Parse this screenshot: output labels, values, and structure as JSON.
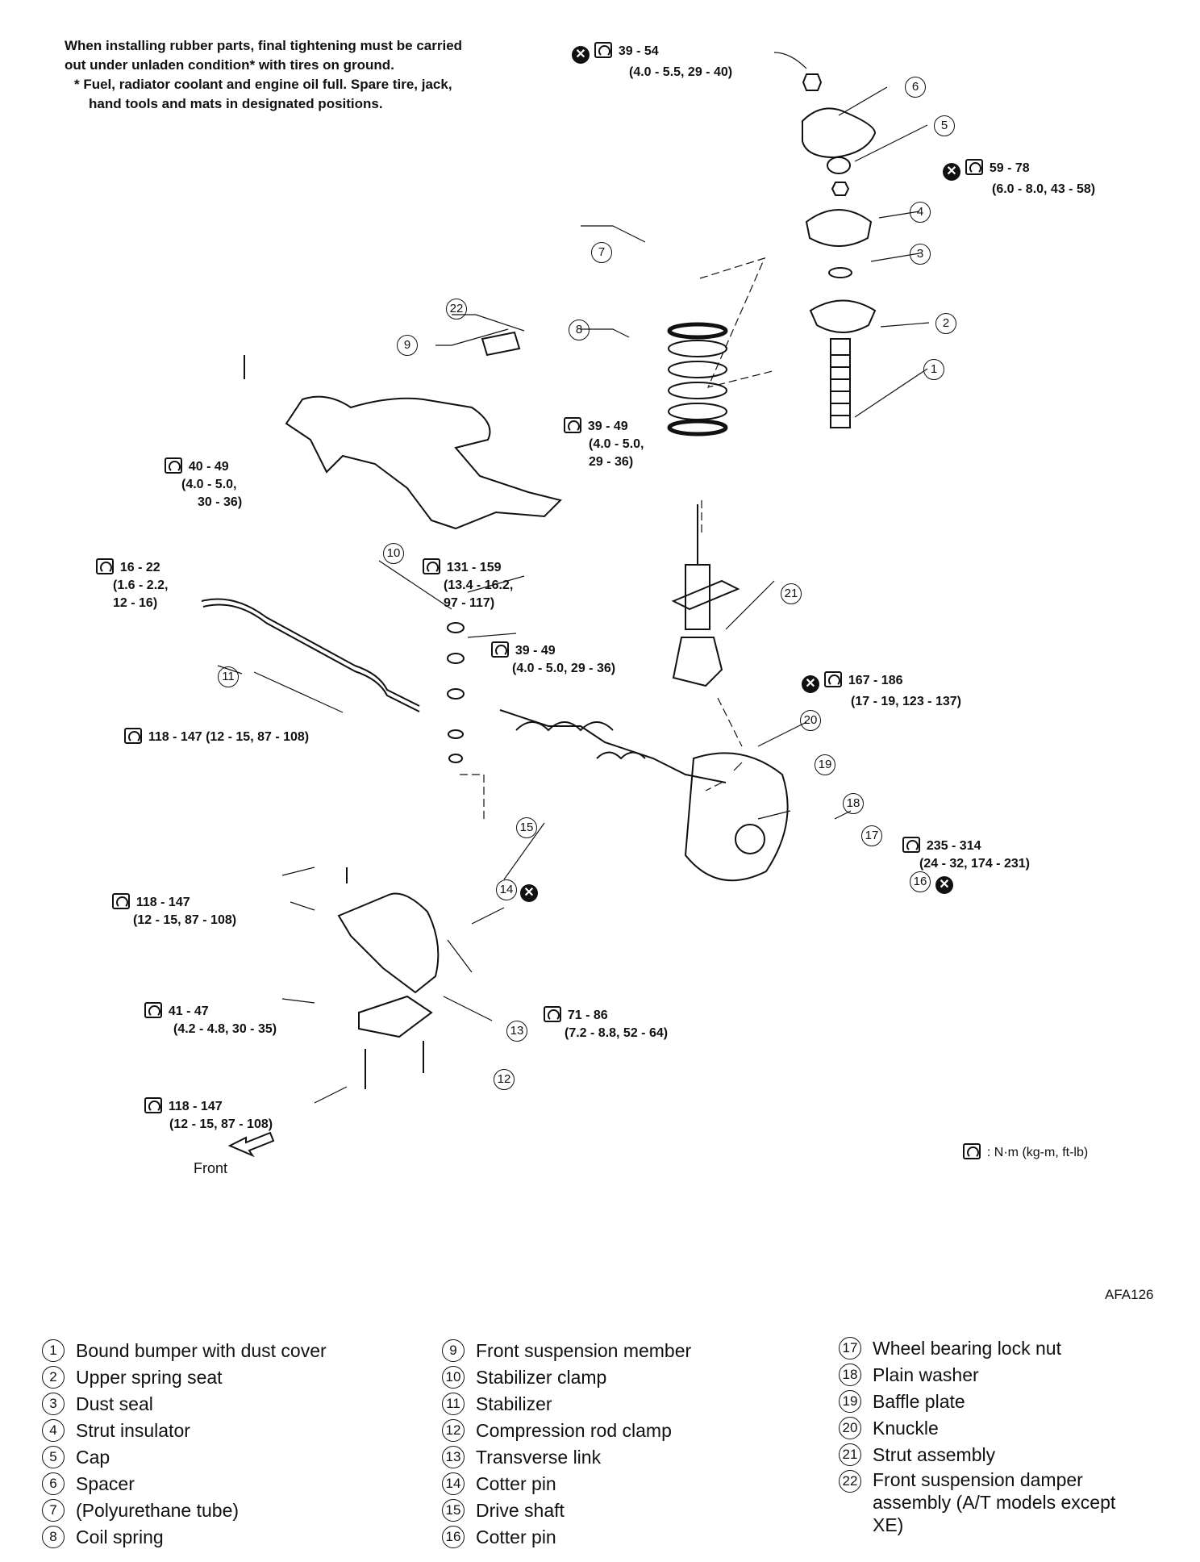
{
  "note": {
    "line1": "When installing rubber parts, final tightening must be carried out under unladen condition* with tires on ground.",
    "line2": "* Fuel, radiator coolant and engine oil full. Spare tire, jack, hand tools and mats in designated positions."
  },
  "torques": [
    {
      "v1": "39 - 54",
      "v2": "(4.0 - 5.5, 29 - 40)"
    },
    {
      "v1": "59 - 78",
      "v2": "(6.0 - 8.0, 43 - 58)"
    },
    {
      "v1": "39 - 49",
      "v2": "(4.0 - 5.0,",
      "v3": "29 - 36)"
    },
    {
      "v1": "40 - 49",
      "v2": "(4.0 - 5.0,",
      "v3": "30 - 36)"
    },
    {
      "v1": "16 - 22",
      "v2": "(1.6 - 2.2,",
      "v3": "12 - 16)"
    },
    {
      "v1": "131 - 159",
      "v2": "(13.4 - 16.2,",
      "v3": "97 - 117)"
    },
    {
      "v1": "39 - 49",
      "v2": "(4.0 - 5.0, 29 - 36)"
    },
    {
      "v1": "167 - 186",
      "v2": "(17 - 19, 123 - 137)"
    },
    {
      "v1": "118 - 147 (12 - 15, 87 - 108)"
    },
    {
      "v1": "235 - 314",
      "v2": "(24 - 32, 174 - 231)"
    },
    {
      "v1": "118 - 147",
      "v2": "(12 - 15, 87 - 108)"
    },
    {
      "v1": "41 - 47",
      "v2": "(4.2 - 4.8, 30 - 35)"
    },
    {
      "v1": "71 - 86",
      "v2": "(7.2 - 8.8, 52 - 64)"
    },
    {
      "v1": "118 - 147",
      "v2": "(12 - 15, 87 - 108)"
    }
  ],
  "callouts": [
    "1",
    "2",
    "3",
    "4",
    "5",
    "6",
    "7",
    "8",
    "9",
    "10",
    "11",
    "12",
    "13",
    "14",
    "15",
    "16",
    "17",
    "18",
    "19",
    "20",
    "21",
    "22"
  ],
  "unit_note": ": N·m (kg-m, ft-lb)",
  "figure_code": "AFA126",
  "front_label": "Front",
  "legend": [
    {
      "n": "1",
      "label": "Bound bumper with dust cover"
    },
    {
      "n": "2",
      "label": "Upper spring seat"
    },
    {
      "n": "3",
      "label": "Dust seal"
    },
    {
      "n": "4",
      "label": "Strut insulator"
    },
    {
      "n": "5",
      "label": "Cap"
    },
    {
      "n": "6",
      "label": "Spacer"
    },
    {
      "n": "7",
      "label": "(Polyurethane tube)"
    },
    {
      "n": "8",
      "label": "Coil spring"
    },
    {
      "n": "9",
      "label": "Front suspension member"
    },
    {
      "n": "10",
      "label": "Stabilizer clamp"
    },
    {
      "n": "11",
      "label": "Stabilizer"
    },
    {
      "n": "12",
      "label": "Compression rod clamp"
    },
    {
      "n": "13",
      "label": "Transverse link"
    },
    {
      "n": "14",
      "label": "Cotter pin"
    },
    {
      "n": "15",
      "label": "Drive shaft"
    },
    {
      "n": "16",
      "label": "Cotter pin"
    },
    {
      "n": "17",
      "label": "Wheel bearing lock nut"
    },
    {
      "n": "18",
      "label": "Plain washer"
    },
    {
      "n": "19",
      "label": "Baffle plate"
    },
    {
      "n": "20",
      "label": "Knuckle"
    },
    {
      "n": "21",
      "label": "Strut assembly"
    },
    {
      "n": "22",
      "label": "Front suspension damper assembly (A/T models except XE)"
    }
  ]
}
